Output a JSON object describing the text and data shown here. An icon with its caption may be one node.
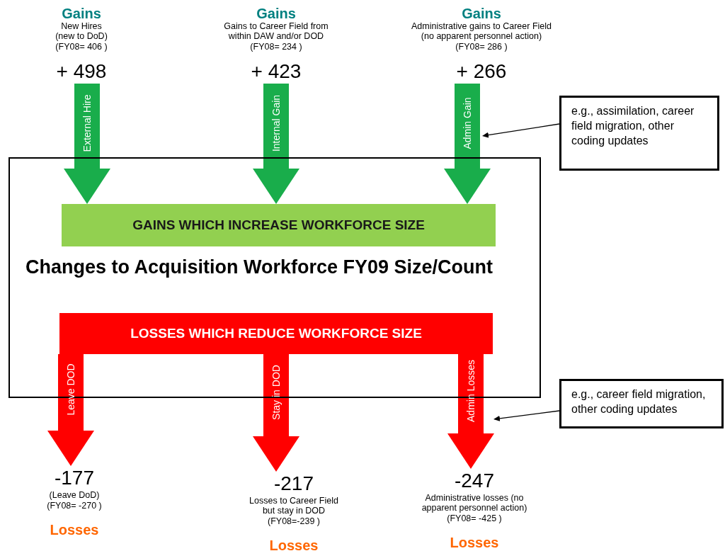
{
  "diagram": {
    "nodes": [
      {
        "text": [
          "Changes to Acquisition Workforce FY09 Size/Count"
        ]
      },
      {
        "text": [
          "GAINS WHICH INCREASE WORKFORCE SIZE"
        ],
        "in": 0
      },
      {
        "text": [
          "LOSSES WHICH REDUCE WORKFORCE SIZE"
        ],
        "in": 0
      },
      {
        "text": [
          "Gains",
          "New Hires (new to DoD)",
          "(FY08= 406 )",
          "+ 498"
        ]
      },
      {
        "text": [
          "Gains",
          "Gains to Career Field from within DAW and/or DOD",
          "(FY08= 234 )",
          "+ 423"
        ]
      },
      {
        "text": [
          "Gains",
          "Administrative gains to Career Field (no apparent personnel action)",
          "(FY08= 286 )",
          "+ 266"
        ]
      },
      {
        "text": [
          "-177",
          "(Leave DoD)",
          "(FY08= -270 )",
          "Losses"
        ]
      },
      {
        "text": [
          "-217",
          "Losses to Career Field but stay in DOD",
          "(FY08=-239 )",
          "Losses"
        ]
      },
      {
        "text": [
          "-247",
          "Administrative losses (no apparent personnel action)",
          "(FY08= -425 )",
          "Losses"
        ]
      },
      {
        "text": [
          "e.g., assimilation, career field migration, other coding updates"
        ]
      },
      {
        "text": [
          "e.g., career field migration, other coding updates"
        ]
      }
    ],
    "edges": [
      {
        "from": 3,
        "to": 1,
        "arrow": "to",
        "label": "External Hire",
        "color": "#19ad4b"
      },
      {
        "from": 4,
        "to": 1,
        "arrow": "to",
        "label": "Internal Gain",
        "color": "#19ad4b"
      },
      {
        "from": 5,
        "to": 1,
        "arrow": "to",
        "label": "Admin Gain",
        "color": "#19ad4b"
      },
      {
        "from": 2,
        "to": 6,
        "arrow": "to",
        "label": "Leave DOD",
        "color": "#ff0000"
      },
      {
        "from": 2,
        "to": 7,
        "arrow": "to",
        "label": "Stay in DOD",
        "color": "#ff0000"
      },
      {
        "from": 2,
        "to": 8,
        "arrow": "to",
        "label": "Admin Losses",
        "color": "#ff0000"
      },
      {
        "from": 9,
        "to": null,
        "arrow": "to",
        "color": "#000000"
      },
      {
        "from": 10,
        "to": null,
        "arrow": "to",
        "color": "#000000"
      }
    ]
  }
}
